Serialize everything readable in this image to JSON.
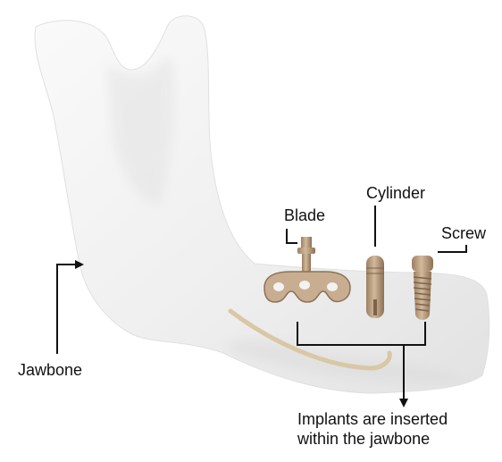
{
  "labels": {
    "blade": "Blade",
    "cylinder": "Cylinder",
    "screw": "Screw",
    "jawbone": "Jawbone",
    "implants_line1": "Implants are inserted",
    "implants_line2": "within the jawbone"
  },
  "colors": {
    "bone_fill": "#f2f2f2",
    "bone_shade": "#dcdcdc",
    "nerve_canal": "#d9c7a5",
    "implant_tan": "#b89c7e",
    "implant_dark": "#8a6e52",
    "leader_line": "#111111",
    "text": "#111111"
  }
}
